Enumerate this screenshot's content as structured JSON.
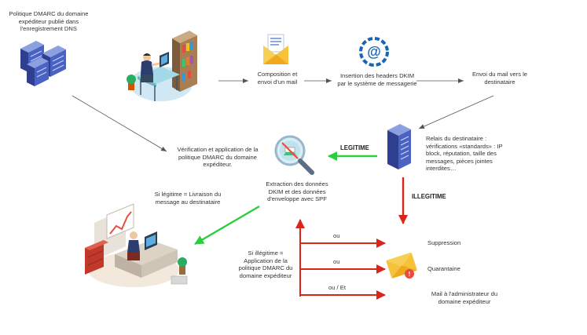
{
  "labels": {
    "dns_record": "Politique DMARC du domaine expéditeur publié dans l'enregistrement DNS",
    "composition": "Composition et envoi d'un mail",
    "dkim_insert": "Insertion des headers DKIM par le système de messagerie",
    "send": "Envoi du mail vers le destinataire",
    "relay": "Relais du destinataire : vérifications «standards» : IP block, réputation, taille des messages, pièces jointes interdites…",
    "verify": "Vérification et application de la politique DMARC du domaine expéditeur.",
    "legitime": "LEGITIME",
    "illegitime": "ILLEGITIME",
    "extraction": "Extraction des données DKIM et des données d'enveloppe avec SPF",
    "if_legit": "Si légitime = Livraison du message au destinataire",
    "if_illegit": "Si illégitime = Application de la politique DMARC du domaine expéditeur",
    "ou1": "ou",
    "ou2": "ou",
    "ou_et": "ou / Et",
    "suppression": "Suppression",
    "quarantaine": "Quarantaine",
    "admin_mail": "Mail à l'administrateur du domaine expéditeur"
  },
  "icons": {
    "dns": "server-stack-icon",
    "sender": "office-worker-icon",
    "envelope": "open-envelope-icon",
    "dkim": "at-sign-gear-icon",
    "relay": "server-tower-icon",
    "analysis": "magnifier-icon",
    "recipient": "office-desk-chart-icon",
    "warning": "warning-envelope-icon"
  },
  "colors": {
    "accept": "#2ecc40",
    "reject": "#d9251c",
    "line": "#555555",
    "server": "#3b4fa3",
    "accent": "#1a64b4"
  }
}
